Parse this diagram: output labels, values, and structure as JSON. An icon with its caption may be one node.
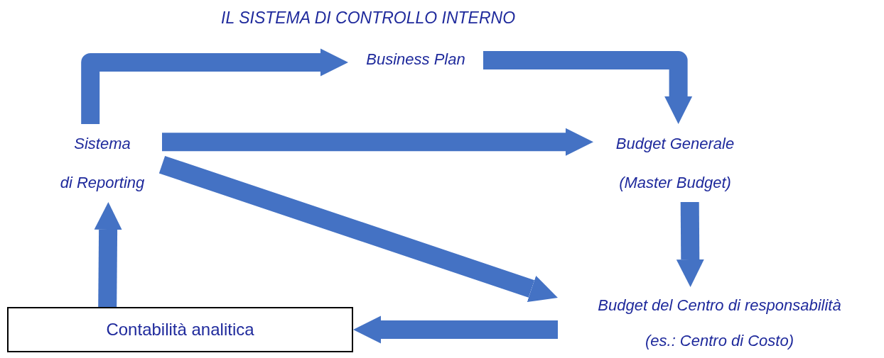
{
  "diagram": {
    "title": "IL SISTEMA DI CONTROLLO INTERNO",
    "nodes": [
      {
        "text": [
          "Business Plan"
        ]
      },
      {
        "text": [
          "Sistema",
          "di Reporting"
        ]
      },
      {
        "text": [
          "Budget Generale",
          "(Master Budget)"
        ]
      },
      {
        "text": [
          "Budget del Centro di responsabilità",
          "(es.: Centro di Costo)"
        ]
      },
      {
        "text": [
          "Contabilità analitica"
        ]
      }
    ],
    "edges": [
      {
        "from": 1,
        "to": 0,
        "arrow": "to"
      },
      {
        "from": 0,
        "to": 2,
        "arrow": "to"
      },
      {
        "from": 1,
        "to": 2,
        "arrow": "to"
      },
      {
        "from": 1,
        "to": 3,
        "arrow": "to"
      },
      {
        "from": 2,
        "to": 3,
        "arrow": "to"
      },
      {
        "from": 3,
        "to": 4,
        "arrow": "to"
      },
      {
        "from": 4,
        "to": 1,
        "arrow": "to"
      }
    ]
  }
}
